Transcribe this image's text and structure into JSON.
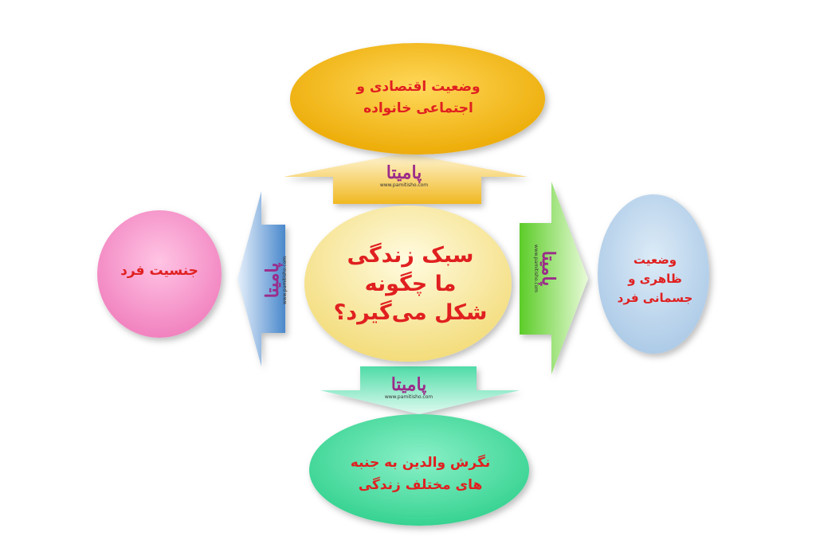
{
  "center": {
    "text": "سبک زندگی\nما چگونه\nشکل می‌گیرد؟"
  },
  "nodes": {
    "top": {
      "text": "وضعیت اقتصادی و\nاجتماعی خانواده"
    },
    "left": {
      "text": "جنسیت فرد"
    },
    "right": {
      "text": "وضعیت\nظاهری و\nجسمانی فرد"
    },
    "bottom": {
      "text": "نگرش والدین به جنبه\nهای مختلف زندگی"
    }
  },
  "watermark": {
    "brand": "پامیتا",
    "site": "www.pamitisho.com"
  },
  "colors": {
    "text": "#e02020",
    "center": "#f7e89a",
    "top": "#f5b800",
    "left": "#f28cc4",
    "right": "#b9d4ea",
    "bottom": "#3fdb9c",
    "arrow_top": "#f2c232",
    "arrow_left": "#5a96d6",
    "arrow_right": "#6fd63a",
    "arrow_bottom": "#5fe3b0",
    "watermark": "#9b2c8a"
  }
}
